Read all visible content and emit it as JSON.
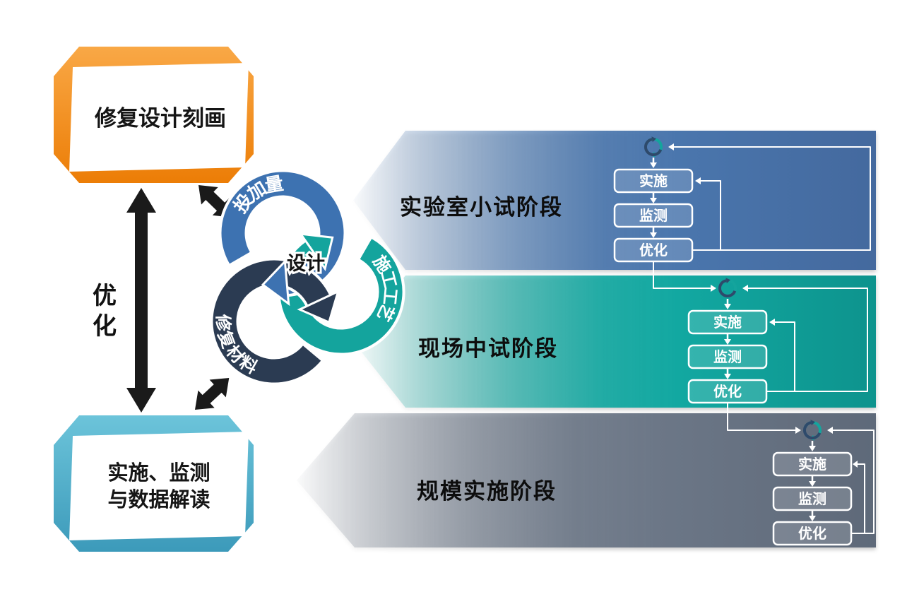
{
  "left_column": {
    "top_banner": "修复设计刻画",
    "bottom_banner_line1": "实施、监测",
    "bottom_banner_line2": "与数据解读",
    "optimize_vertical": "优\n化"
  },
  "cycle": {
    "center": "设计",
    "top_arrow": "投加量",
    "right_arrow": "施工工艺",
    "bottom_arrow": "修复材料"
  },
  "stages": [
    {
      "label": "实验室小试阶段",
      "color": "#4A76AD",
      "steps": [
        "实施",
        "监测",
        "优化"
      ]
    },
    {
      "label": "现场中试阶段",
      "color": "#12A8A1",
      "steps": [
        "实施",
        "监测",
        "优化"
      ]
    },
    {
      "label": "规模实施阶段",
      "color": "#6C7787",
      "steps": [
        "实施",
        "监测",
        "优化"
      ]
    }
  ],
  "colors": {
    "orange_banner": "#F0850F",
    "blue_banner": "#4FAECB",
    "cycle_blue": "#3D72B1",
    "cycle_teal": "#14A49D",
    "cycle_navy": "#2B3B52",
    "arrow_black": "#1A1A1A"
  }
}
